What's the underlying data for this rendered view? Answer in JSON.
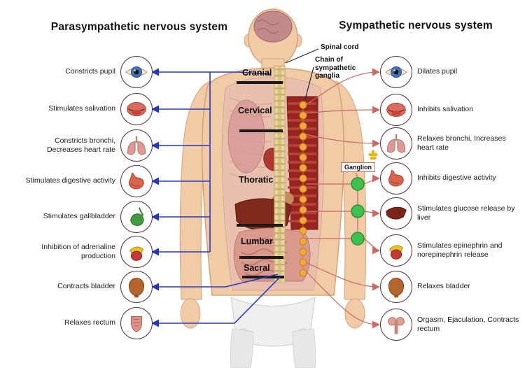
{
  "titles": {
    "parasympathetic": "Parasympathetic nervous system",
    "sympathetic": "Sympathetic nervous system"
  },
  "center_labels": {
    "spinal_cord": "Spinal cord",
    "chain": "Chain of sympathetic ganglia",
    "ganglion": "Ganglion"
  },
  "spine_segments": [
    "Cranial",
    "Cervical",
    "Thoratic",
    "Lumbar",
    "Sacral"
  ],
  "left_items": [
    {
      "label": "Constricts pupil",
      "icon": "eye-icon"
    },
    {
      "label": "Stimulates salivation",
      "icon": "mouth-icon"
    },
    {
      "label": "Constricts bronchi, Decreases heart rate",
      "icon": "lungs-icon"
    },
    {
      "label": "Stimulates digestive activity",
      "icon": "stomach-icon"
    },
    {
      "label": "Stimulates gallbladder",
      "icon": "gallbladder-icon"
    },
    {
      "label": "Inhibition of adrenaline production",
      "icon": "adrenal-icon"
    },
    {
      "label": "Contracts bladder",
      "icon": "bladder-icon"
    },
    {
      "label": "Relaxes rectum",
      "icon": "rectum-icon"
    }
  ],
  "right_items": [
    {
      "label": "Dilates pupil",
      "icon": "eye-icon"
    },
    {
      "label": "Inhibits salivation",
      "icon": "mouth-icon"
    },
    {
      "label": "Relaxes bronchi, Increases heart rate",
      "icon": "lungs-icon"
    },
    {
      "label": "Inhibits digestive activity",
      "icon": "stomach-icon"
    },
    {
      "label": "Stimulates glucose release by liver",
      "icon": "liver-icon"
    },
    {
      "label": "Stimulates epinephrin and norepinephrin release",
      "icon": "adrenal-icon"
    },
    {
      "label": "Relaxes bladder",
      "icon": "bladder-icon"
    },
    {
      "label": "Orgasm, Ejaculation, Contracts rectum",
      "icon": "genitals-icon"
    }
  ],
  "colors": {
    "parasympathetic_blue": "#2438C8",
    "sympathetic_red": "#C96A64",
    "ganglion_green": "#3FC24D",
    "chain_orange": "#F2A93B",
    "skin": "#F0CBA6"
  }
}
